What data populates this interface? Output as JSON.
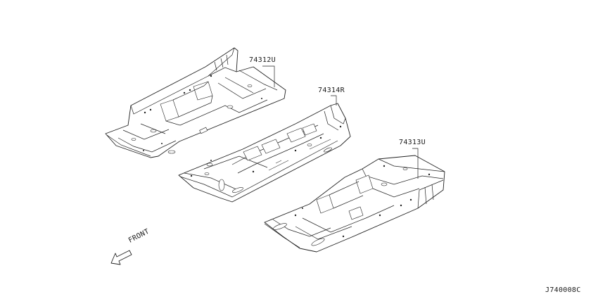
{
  "parts": [
    {
      "number": "74312U"
    },
    {
      "number": "74314R"
    },
    {
      "number": "74313U"
    }
  ],
  "direction_label": "FRONT",
  "diagram_code": "J740008C"
}
